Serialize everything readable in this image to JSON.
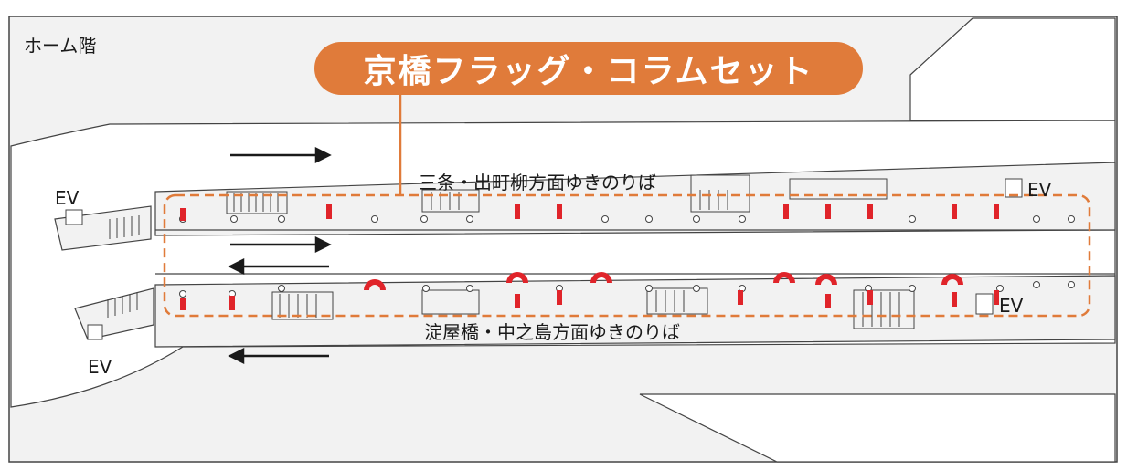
{
  "floor_label": "ホーム階",
  "title": "京橋フラッグ・コラムセット",
  "platforms": {
    "upper": "三条・出町柳方面ゆきのりば",
    "lower": "淀屋橋・中之島方面ゆきのりば"
  },
  "elevators": {
    "left_top": "EV",
    "left_bottom": "EV",
    "right_top": "EV",
    "right_bottom": "EV"
  },
  "colors": {
    "accent": "#E07B3A",
    "marker": "#E0242A",
    "line": "#333333",
    "fill": "#F2F2F2"
  }
}
